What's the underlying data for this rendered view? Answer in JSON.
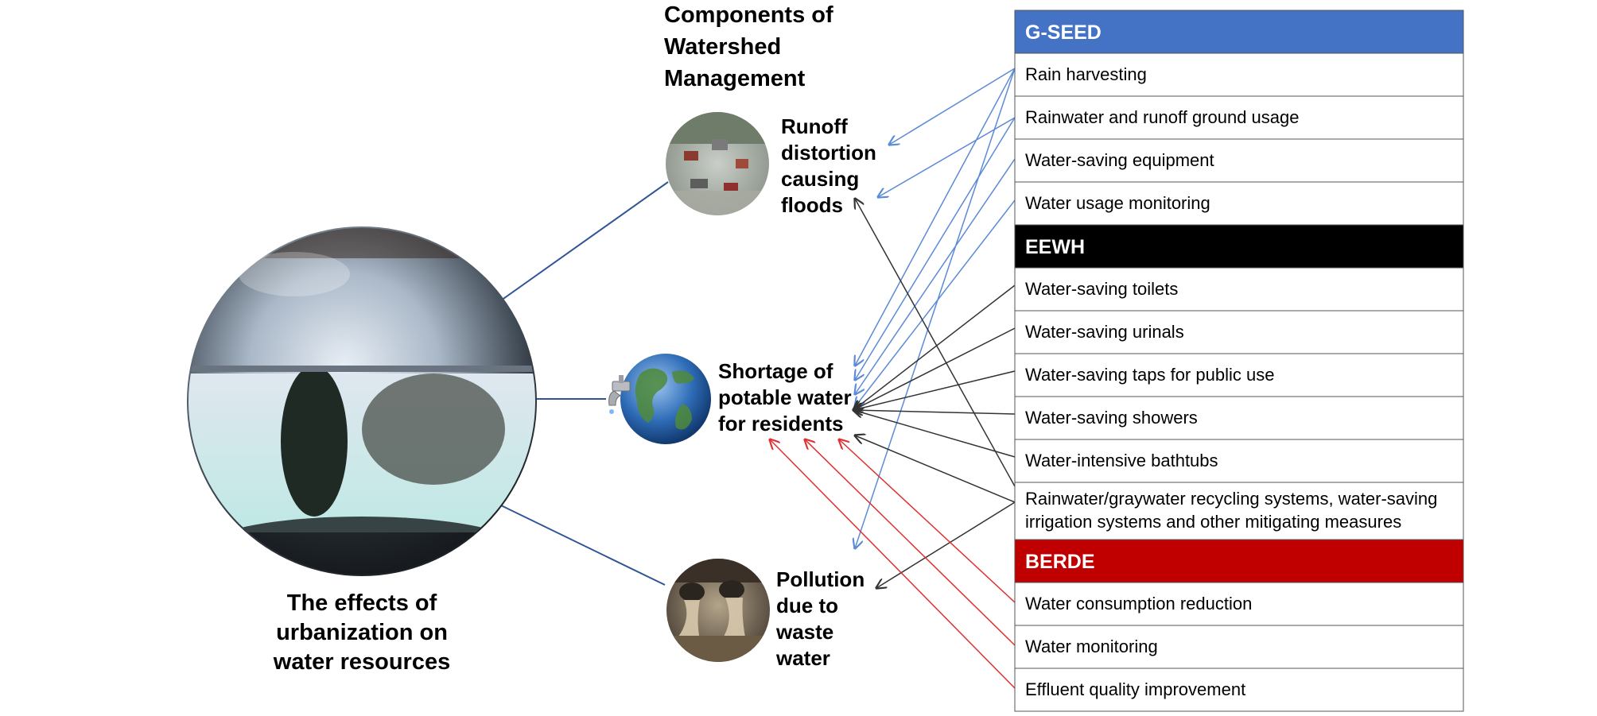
{
  "diagram": {
    "components_title": [
      "Components of",
      "Watershed",
      "Management"
    ],
    "effects_title": [
      "The effects of",
      "urbanization on",
      "water resources"
    ],
    "components": {
      "runoff": [
        "Runoff",
        "distortion",
        "causing",
        "floods"
      ],
      "shortage": [
        "Shortage of",
        "potable water",
        "for residents"
      ],
      "pollution": [
        "Pollution",
        "due to",
        "waste",
        "water"
      ]
    },
    "icons": {
      "main": "crystal-ball-icon",
      "runoff": "flooded-town-icon",
      "shortage": "globe-faucet-icon",
      "pollution": "waste-pipes-icon"
    }
  },
  "table": {
    "groups": [
      {
        "name": "G-SEED",
        "color": "#4472c4",
        "items": [
          [
            "Rain harvesting"
          ],
          [
            "Rainwater and runoff ground usage"
          ],
          [
            "Water-saving equipment"
          ],
          [
            "Water usage monitoring"
          ]
        ]
      },
      {
        "name": "EEWH",
        "color": "#000000",
        "items": [
          [
            "Water-saving toilets"
          ],
          [
            "Water-saving urinals"
          ],
          [
            "Water-saving taps for public use"
          ],
          [
            "Water-saving showers"
          ],
          [
            "Water-intensive bathtubs"
          ],
          [
            "Rainwater/graywater recycling systems, water-saving",
            "irrigation systems and other mitigating measures"
          ]
        ]
      },
      {
        "name": "BERDE",
        "color": "#c00000",
        "items": [
          [
            "Water consumption reduction"
          ],
          [
            "Water monitoring"
          ],
          [
            "Effluent quality improvement"
          ]
        ]
      }
    ]
  },
  "colors": {
    "connector_blue": "#2f5597",
    "gseed_arrow": "#5b8bd6",
    "eewh_arrow": "#333333",
    "berde_arrow": "#e03030",
    "table_border": "#555555"
  }
}
